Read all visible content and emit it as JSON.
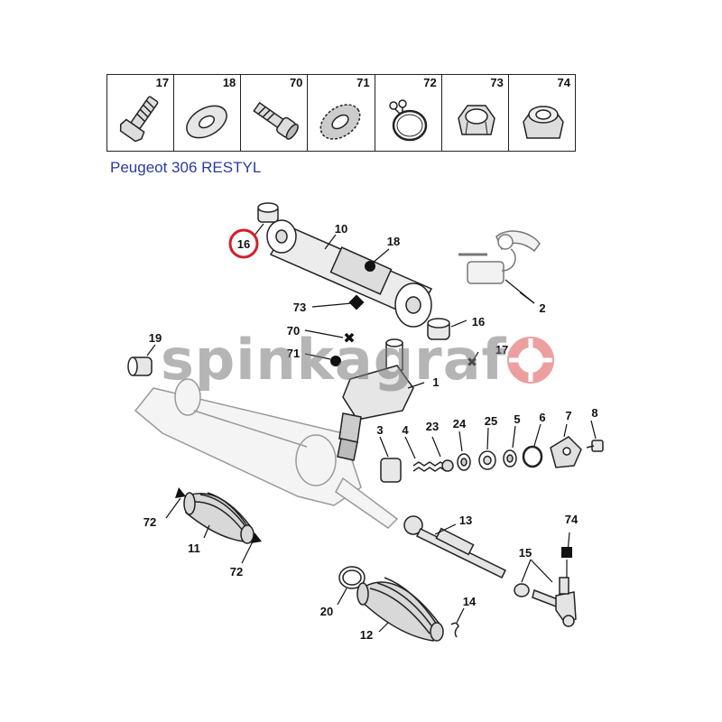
{
  "legend": [
    {
      "num": "17",
      "icon": "bolt-icon"
    },
    {
      "num": "18",
      "icon": "washer-icon"
    },
    {
      "num": "70",
      "icon": "hex-socket-bolt-icon"
    },
    {
      "num": "71",
      "icon": "lock-washer-icon"
    },
    {
      "num": "72",
      "icon": "clamp-ring-icon"
    },
    {
      "num": "73",
      "icon": "nut-icon"
    },
    {
      "num": "74",
      "icon": "lock-nut-icon"
    }
  ],
  "caption": "Peugeot 306 RESTYL",
  "watermark": "spinkagraf",
  "highlight_color": "#d0202a",
  "caption_color": "#2b3aa0",
  "callouts": {
    "c16_highlight": "16",
    "c10": "10",
    "c18": "18",
    "c2": "2",
    "c73": "73",
    "c16": "16",
    "c70": "70",
    "c71": "71",
    "c17": "17",
    "c19": "19",
    "c1": "1",
    "c3": "3",
    "c4": "4",
    "c23": "23",
    "c24": "24",
    "c25": "25",
    "c5": "5",
    "c6": "6",
    "c7": "7",
    "c8": "8",
    "c72a": "72",
    "c11": "11",
    "c72b": "72",
    "c13": "13",
    "c74": "74",
    "c15": "15",
    "c20": "20",
    "c14": "14",
    "c12": "12"
  }
}
